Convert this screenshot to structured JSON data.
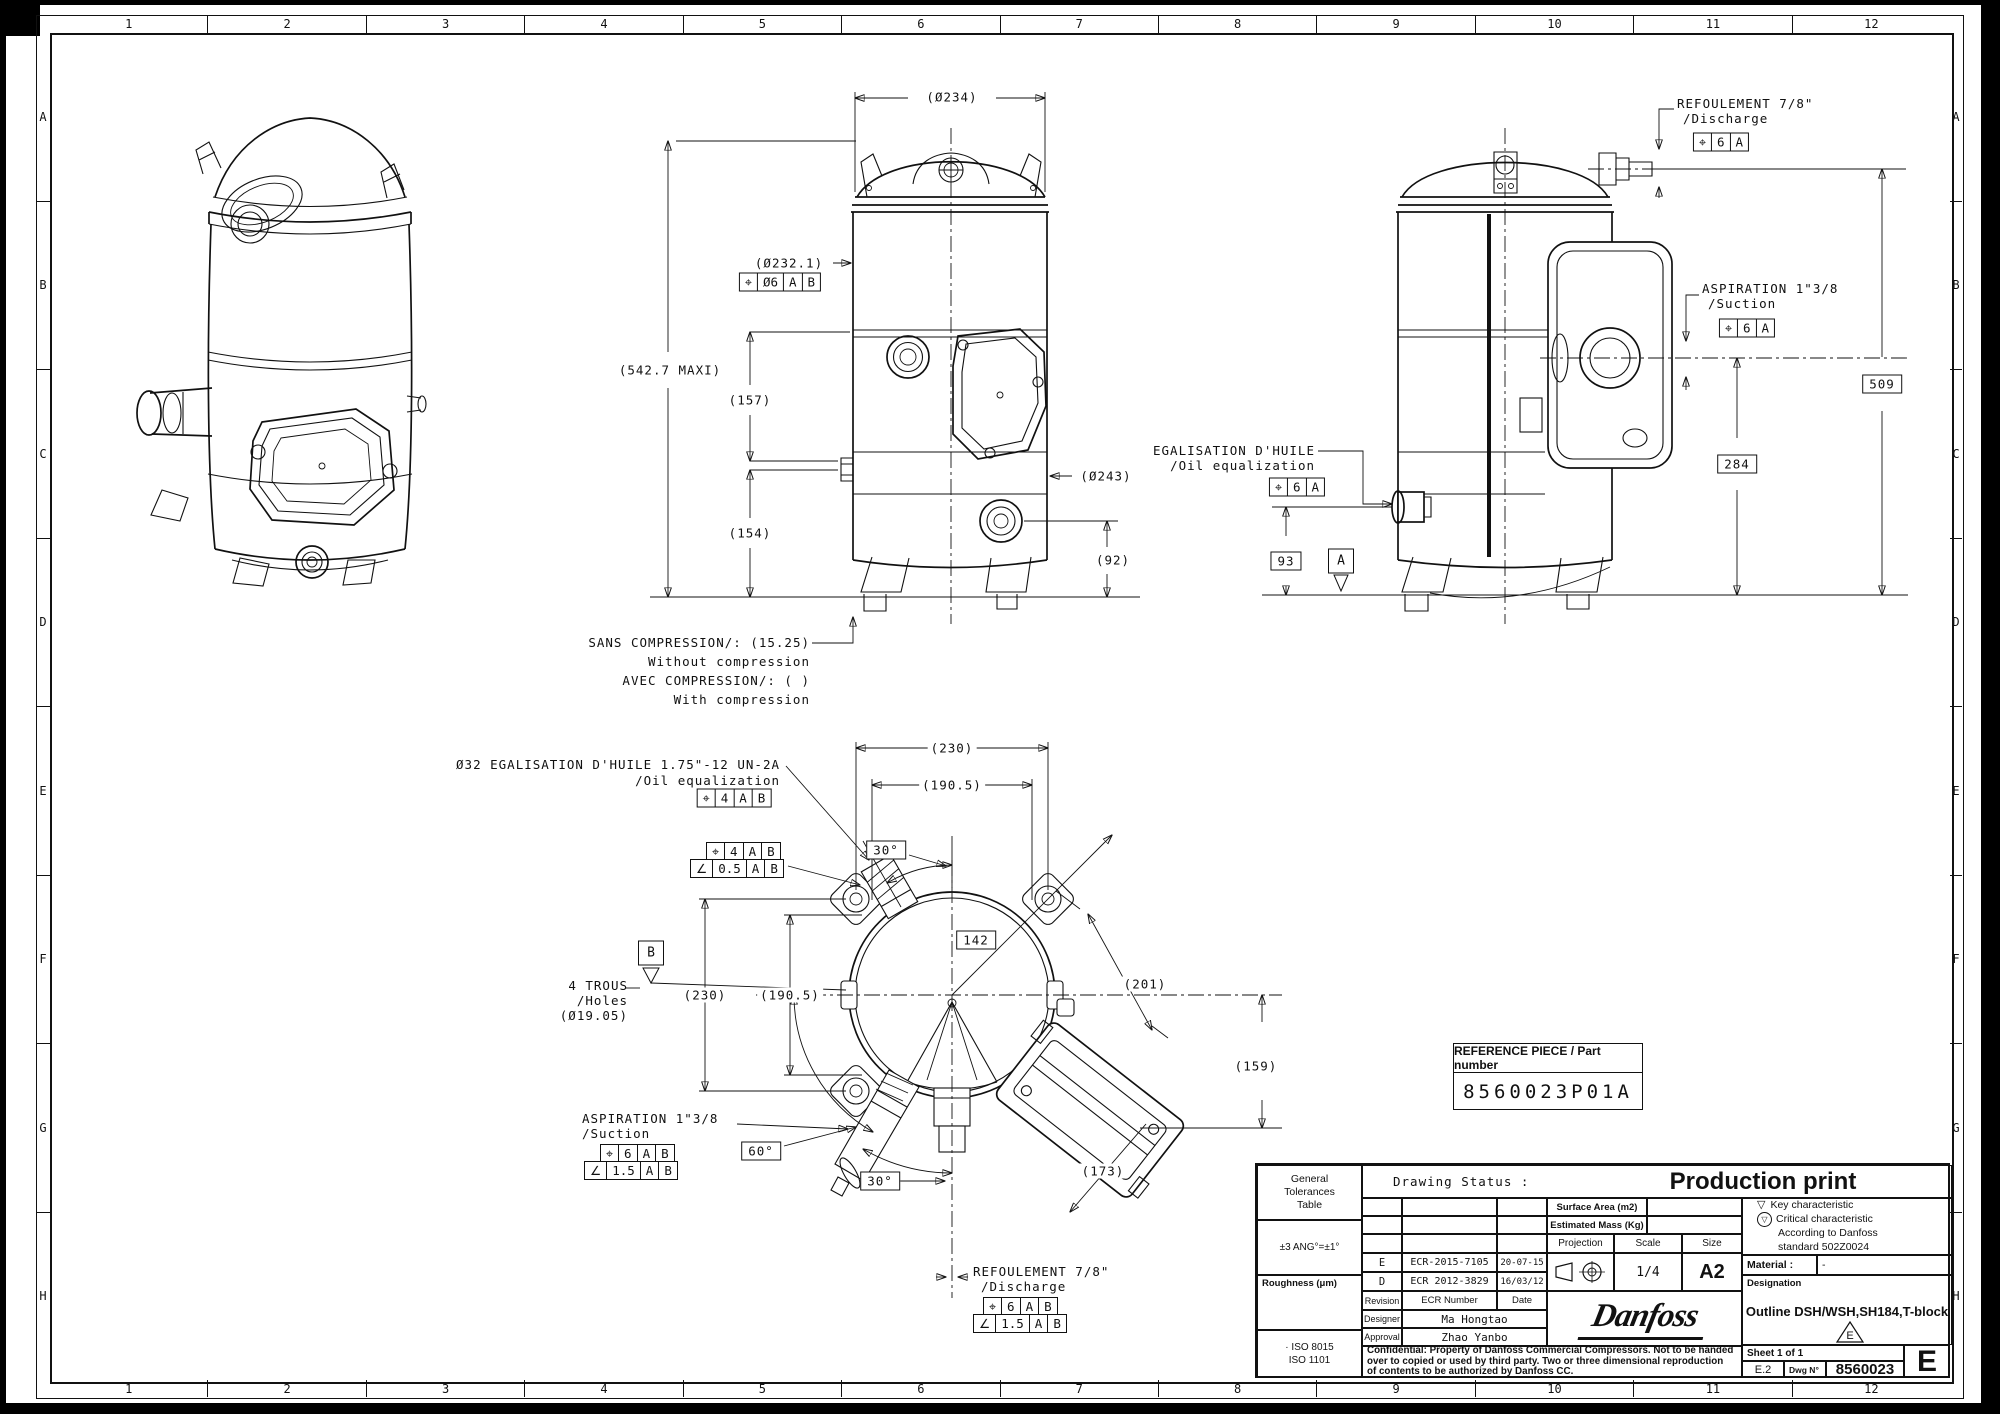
{
  "grid": {
    "cols": [
      "1",
      "2",
      "3",
      "4",
      "5",
      "6",
      "7",
      "8",
      "9",
      "10",
      "11",
      "12"
    ],
    "rows": [
      "A",
      "B",
      "C",
      "D",
      "E",
      "F",
      "G",
      "H"
    ]
  },
  "front_view": {
    "dia_top": "(Ø234)",
    "dia_upper": "(Ø232.1)",
    "fcf_upper": {
      "sym": "⌖",
      "tol": "Ø6",
      "d1": "A",
      "d2": "B"
    },
    "height_max": "(542.7 MAXI)",
    "dim_157": "(157)",
    "dim_154": "(154)",
    "dia_lower": "(Ø243)",
    "dim_92": "(92)",
    "note_sans": "SANS COMPRESSION/: (15.25)",
    "note_without": "Without compression",
    "note_avec": "AVEC COMPRESSION/: (        )",
    "note_with": "With compression"
  },
  "oil_label": {
    "fr": "EGALISATION D'HUILE",
    "en": "/Oil equalization",
    "fcf": {
      "sym": "⌖",
      "tol": "6",
      "d1": "A"
    }
  },
  "side_view": {
    "discharge_fr": "REFOULEMENT 7/8\"",
    "discharge_en": "/Discharge",
    "discharge_fcf": {
      "sym": "⌖",
      "tol": "6",
      "d1": "A"
    },
    "suction_fr": "ASPIRATION 1\"3/8",
    "suction_en": "/Suction",
    "suction_fcf": {
      "sym": "⌖",
      "tol": "6",
      "d1": "A"
    },
    "dim_509": "509",
    "dim_284": "284",
    "dim_93": "93",
    "datum_a": "A"
  },
  "bottom_view": {
    "oil_fr": "Ø32 EGALISATION D'HUILE 1.75\"-12 UN-2A",
    "oil_en": "/Oil equalization",
    "oil_fcf": {
      "sym": "⌖",
      "tol": "4",
      "d1": "A",
      "d2": "B"
    },
    "fcf_pos": {
      "sym": "⌖",
      "tol": "4",
      "d1": "A",
      "d2": "B"
    },
    "fcf_ang": {
      "sym": "∠",
      "tol": "0.5",
      "d1": "A",
      "d2": "B"
    },
    "holes_1": "4 TROUS",
    "holes_2": "/Holes",
    "holes_3": "(Ø19.05)",
    "datum_b": "B",
    "dim_230_top": "(230)",
    "dim_1905_top": "(190.5)",
    "dim_230_left": "(230)",
    "dim_1905_left": "(190.5)",
    "dim_142": "142",
    "ang_30_top": "30°",
    "ang_30_bot": "30°",
    "ang_60": "60°",
    "dim_201": "(201)",
    "dim_159": "(159)",
    "dim_173": "(173)",
    "suction_fr": "ASPIRATION 1\"3/8",
    "suction_en": "/Suction",
    "suction_fcf_pos": {
      "sym": "⌖",
      "tol": "6",
      "d1": "A",
      "d2": "B"
    },
    "suction_fcf_ang": {
      "sym": "∠",
      "tol": "1.5",
      "d1": "A",
      "d2": "B"
    },
    "discharge_fr": "REFOULEMENT 7/8\"",
    "discharge_en": "/Discharge",
    "discharge_fcf_pos": {
      "sym": "⌖",
      "tol": "6",
      "d1": "A",
      "d2": "B"
    },
    "discharge_fcf_ang": {
      "sym": "∠",
      "tol": "1.5",
      "d1": "A",
      "d2": "B"
    }
  },
  "reference": {
    "header": "REFERENCE PIECE / Part number",
    "part": "8560023P01A"
  },
  "titleblock": {
    "tol_title_1": "General",
    "tol_title_2": "Tolerances",
    "tol_title_3": "Table",
    "tol_value": "±3  ANG°=±1°",
    "roughness": "Roughness (μm)",
    "iso_bullet": "·",
    "iso1": "ISO 8015",
    "iso2": "ISO 1101",
    "status_label": "Drawing Status :",
    "status_value": "Production print",
    "surface_label": "Surface Area (m2)",
    "mass_label": "Estimated Mass (Kg)",
    "projection_label": "Projection",
    "scale_label": "Scale",
    "scale_value": "1/4",
    "size_label": "Size",
    "size_value": "A2",
    "revisions": [
      {
        "rev": "E",
        "ecr": "ECR-2015-7105",
        "date": "20-07-15"
      },
      {
        "rev": "D",
        "ecr": "ECR 2012-3829",
        "date": "16/03/12"
      }
    ],
    "rev_label": "Revision",
    "ecr_label": "ECR Number",
    "date_label": "Date",
    "designer_label": "Designer",
    "designer": "Ma Hongtao",
    "approval_label": "Approval",
    "approval": "Zhao Yanbo",
    "brand": "Danfoss",
    "key_char": "Key characteristic",
    "key_sym": "▽",
    "crit_sym": "▽",
    "crit_char": "Critical characteristic",
    "std_1": "According to Danfoss",
    "std_2": "standard 502Z0024",
    "material_label": "Material :",
    "material_value": "-",
    "designation_label": "Designation",
    "designation_value": "Outline DSH/WSH,SH184,T-block",
    "tri_letter": "E",
    "conf_1": "Confidential: Property of Danfoss Commercial Compressors. Not to be handed",
    "conf_2": "over to copied or used by third party. Two or three dimensional reproduction",
    "conf_3": "of contents to be authorized by Danfoss CC.",
    "sheet": "Sheet 1 of 1",
    "rev_cell": "E.2",
    "dwg_label": "Dwg N°",
    "dwg_number": "8560023",
    "big_rev": "E"
  }
}
